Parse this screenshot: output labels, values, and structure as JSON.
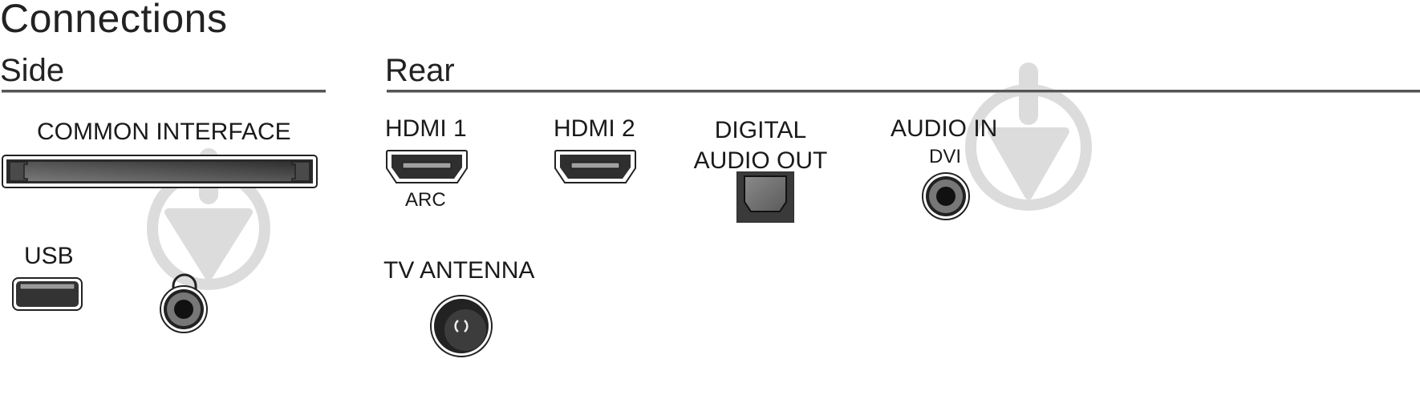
{
  "title": "Connections",
  "sections": {
    "side": {
      "heading": "Side",
      "ports": {
        "common_interface": {
          "label": "COMMON INTERFACE"
        },
        "usb": {
          "label": "USB"
        },
        "headphones": {
          "icon": "headphones-icon"
        }
      }
    },
    "rear": {
      "heading": "Rear",
      "ports": {
        "hdmi1": {
          "label": "HDMI 1",
          "sublabel": "ARC"
        },
        "hdmi2": {
          "label": "HDMI 2"
        },
        "digital_audio_out": {
          "label_line1": "DIGITAL",
          "label_line2": "AUDIO OUT"
        },
        "audio_in": {
          "label": "AUDIO IN",
          "sublabel": "DVI"
        },
        "tv_antenna": {
          "label": "TV ANTENNA"
        }
      }
    }
  },
  "watermark": {
    "icon": "download-watermark-icon",
    "color": "#dcdcdc"
  },
  "colors": {
    "port_dark": "#2e2e2e",
    "port_mid": "#6b6b6b",
    "rule": "#555555"
  }
}
